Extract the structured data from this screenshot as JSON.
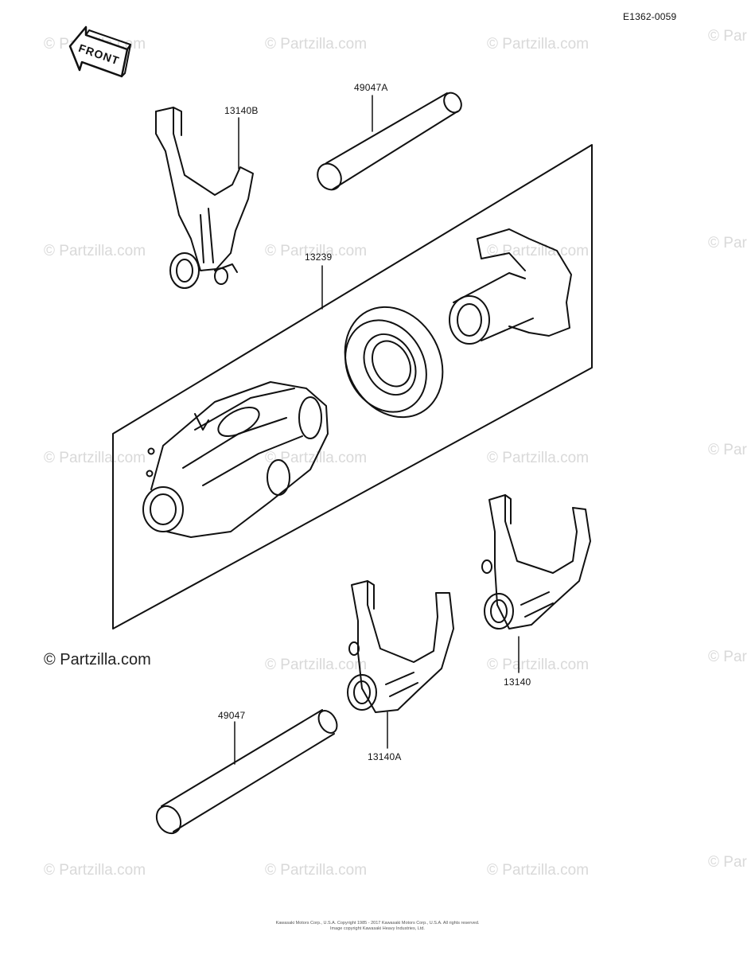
{
  "drawing_code": "E1362-0059",
  "front_label": "FRONT",
  "copyright": "© Partzilla.com",
  "watermark": "© Partzilla.com",
  "watermark_short": "© Par",
  "parts": {
    "p13140B": "13140B",
    "p49047A": "49047A",
    "p13239": "13239",
    "p13140": "13140",
    "p13140A": "13140A",
    "p49047": "49047"
  },
  "footer": {
    "line1": "Kawasaki Motors Corp., U.S.A. Copyright 1985 - 2017 Kawasaki Motors Corp., U.S.A. All rights reserved.",
    "line2": "Image copyright Kawasaki Heavy Industries, Ltd."
  }
}
